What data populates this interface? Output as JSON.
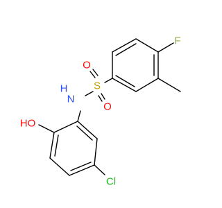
{
  "colors": {
    "bond": "#000000",
    "O": "#ff0d0d",
    "N": "#3050f8",
    "S": "#c8a000",
    "F": "#8ab23c",
    "Cl": "#1fbf1f",
    "background": "#ffffff"
  },
  "atoms": {
    "F": "F",
    "S": "S",
    "O_top": "O",
    "O_bottom": "O",
    "NH": "H",
    "N": "N",
    "HO": "HO",
    "Cl": "Cl"
  }
}
